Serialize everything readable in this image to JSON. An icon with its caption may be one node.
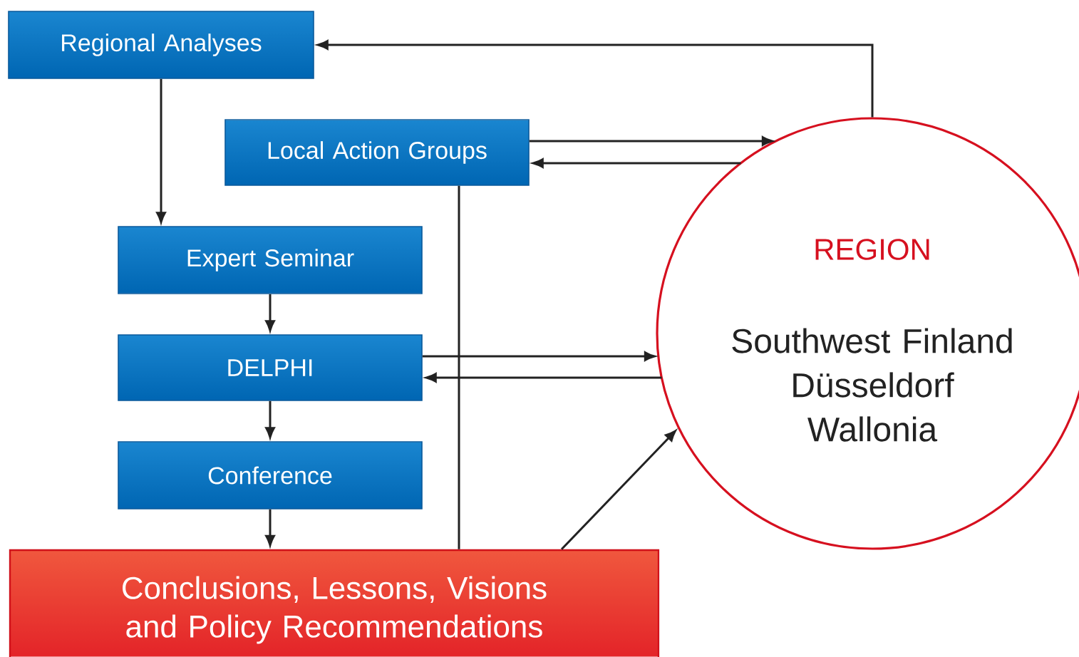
{
  "diagram": {
    "nodes": [
      {
        "text": [
          "Regional Analyses"
        ]
      },
      {
        "text": [
          "Local Action Groups"
        ]
      },
      {
        "text": [
          "Expert Seminar"
        ]
      },
      {
        "text": [
          "DELPHI"
        ]
      },
      {
        "text": [
          "Conference"
        ]
      },
      {
        "text": [
          "Conclusions, Lessons, Visions and Policy Recommendations"
        ]
      },
      {
        "text": [
          "REGION",
          "Southwest Finland Düsseldorf Wallonia"
        ]
      }
    ],
    "edges": [
      {
        "from": 6,
        "to": 0,
        "arrow": "to"
      },
      {
        "from": 0,
        "to": 2,
        "arrow": "to"
      },
      {
        "from": 1,
        "to": 6,
        "arrow": "to"
      },
      {
        "from": 6,
        "to": 1,
        "arrow": "to"
      },
      {
        "from": 2,
        "to": 3,
        "arrow": "to"
      },
      {
        "from": 3,
        "to": 6,
        "arrow": "to"
      },
      {
        "from": 6,
        "to": 3,
        "arrow": "to"
      },
      {
        "from": 3,
        "to": 4,
        "arrow": "to"
      },
      {
        "from": 4,
        "to": 5,
        "arrow": "to"
      },
      {
        "from": 5,
        "to": 6,
        "arrow": "to"
      },
      {
        "from": 1,
        "to": 5,
        "arrow": "none"
      }
    ]
  }
}
